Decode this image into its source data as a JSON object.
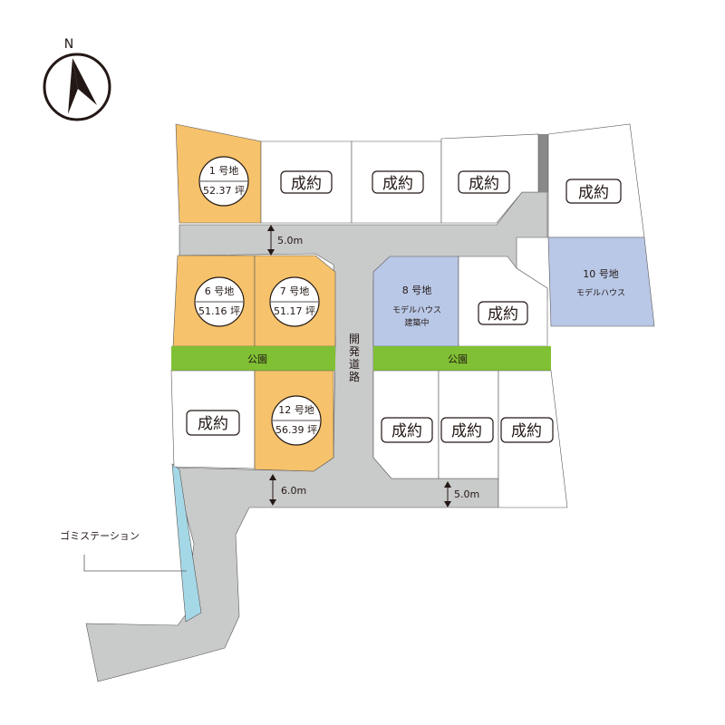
{
  "compass": {
    "north_label": "N",
    "icon": "north-arrow-icon"
  },
  "colors": {
    "available_lot": "#f6c26b",
    "model_house": "#b9c8e7",
    "park": "#80c034",
    "road": "#c9caca",
    "garbage_station": "#a5d8e6",
    "sold_lot": "#ffffff",
    "outline": "#595757"
  },
  "lots": {
    "lot1": {
      "name": "1 号地",
      "area": "52.37 坪"
    },
    "lot6": {
      "name": "6 号地",
      "area": "51.16 坪"
    },
    "lot7": {
      "name": "7 号地",
      "area": "51.17 坪"
    },
    "lot12": {
      "name": "12 号地",
      "area": "56.39 坪"
    },
    "lot8": {
      "name": "8 号地",
      "line1": "モデルハウス",
      "line2": "建築中"
    },
    "lot10": {
      "name": "10 号地",
      "line1": "モデルハウス"
    }
  },
  "sold_label": "成約",
  "parks": {
    "left": "公園",
    "right": "公園"
  },
  "road_label": "開発道路",
  "road_widths": {
    "top": "5.0m",
    "bottom_left": "6.0m",
    "bottom_right": "5.0m"
  },
  "garbage_station": "ゴミステーション"
}
